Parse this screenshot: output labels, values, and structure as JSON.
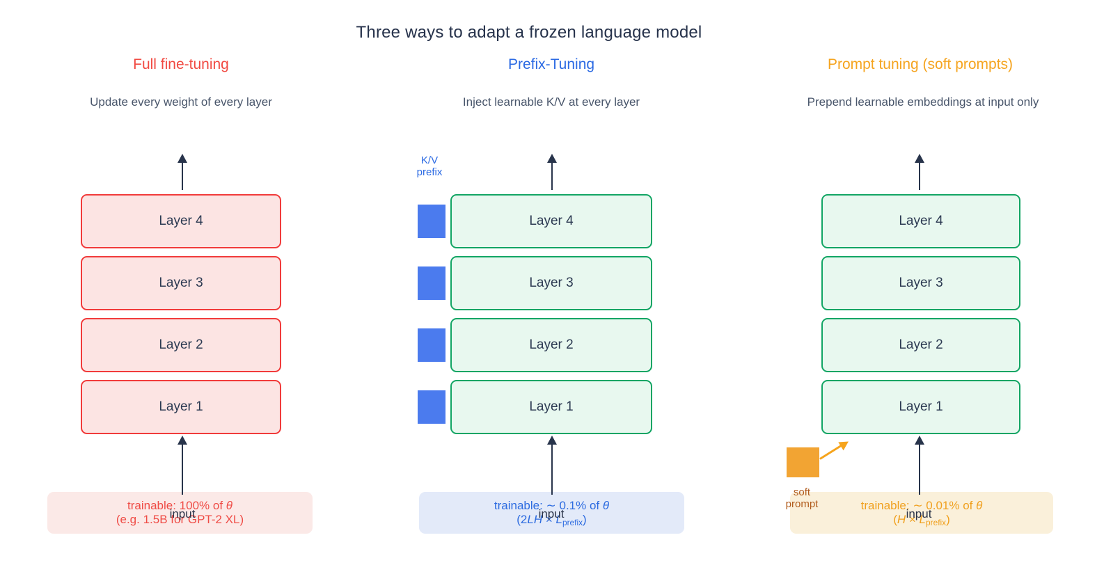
{
  "title": "Three ways to adapt a frozen language model",
  "palette": {
    "dark_text": "#28344b",
    "subtitle_text": "#49566b",
    "red_accent": "#f13b3b",
    "red_box_fill": "#fce4e3",
    "red_badge_bg": "#fbe9e7",
    "green_border": "#12a564",
    "green_box_fill": "#e8f8ef",
    "blue_accent": "#2b6ae3",
    "blue_square": "#4b7bee",
    "blue_badge_bg": "#e3eaf9",
    "orange_accent": "#f5a41f",
    "orange_square": "#f2a433",
    "orange_badge_bg": "#faf0da",
    "soft_prompt_label_color": "#b05a1a"
  },
  "columns": [
    {
      "header": "Full fine-tuning",
      "subtitle": "Update every weight of every layer",
      "layers": [
        "Layer 4",
        "Layer 3",
        "Layer 2",
        "Layer 1"
      ],
      "input_label": "input",
      "badge_line1": [
        {
          "t": "trainable: 100% of "
        },
        {
          "t": "θ",
          "s": "i"
        }
      ],
      "badge_line2": [
        {
          "t": "(e.g. 1.5B for GPT-2 XL)"
        }
      ]
    },
    {
      "header": "Prefix-Tuning",
      "subtitle": "Inject learnable K/V at every layer",
      "kv_label_line1": "K/V",
      "kv_label_line2": "prefix",
      "layers": [
        "Layer 4",
        "Layer 3",
        "Layer 2",
        "Layer 1"
      ],
      "input_label": "input",
      "badge_line1": [
        {
          "t": "trainable: ∼ 0.1% of "
        },
        {
          "t": "θ",
          "s": "i"
        }
      ],
      "badge_line2": [
        {
          "t": "(2"
        },
        {
          "t": "LH",
          "s": "i"
        },
        {
          "t": " × "
        },
        {
          "t": "L",
          "s": "i"
        },
        {
          "t": "prefix",
          "s": "sub"
        },
        {
          "t": ")"
        }
      ]
    },
    {
      "header": "Prompt tuning (soft prompts)",
      "subtitle": "Prepend learnable embeddings at input only",
      "soft_prompt_line1": "soft",
      "soft_prompt_line2": "prompt",
      "layers": [
        "Layer 4",
        "Layer 3",
        "Layer 2",
        "Layer 1"
      ],
      "input_label": "input",
      "badge_line1": [
        {
          "t": "trainable: ∼ 0.01% of "
        },
        {
          "t": "θ",
          "s": "i"
        }
      ],
      "badge_line2": [
        {
          "t": "("
        },
        {
          "t": "H",
          "s": "i"
        },
        {
          "t": " × "
        },
        {
          "t": "L",
          "s": "i"
        },
        {
          "t": "prefix",
          "s": "sub"
        },
        {
          "t": ")"
        }
      ]
    }
  ]
}
